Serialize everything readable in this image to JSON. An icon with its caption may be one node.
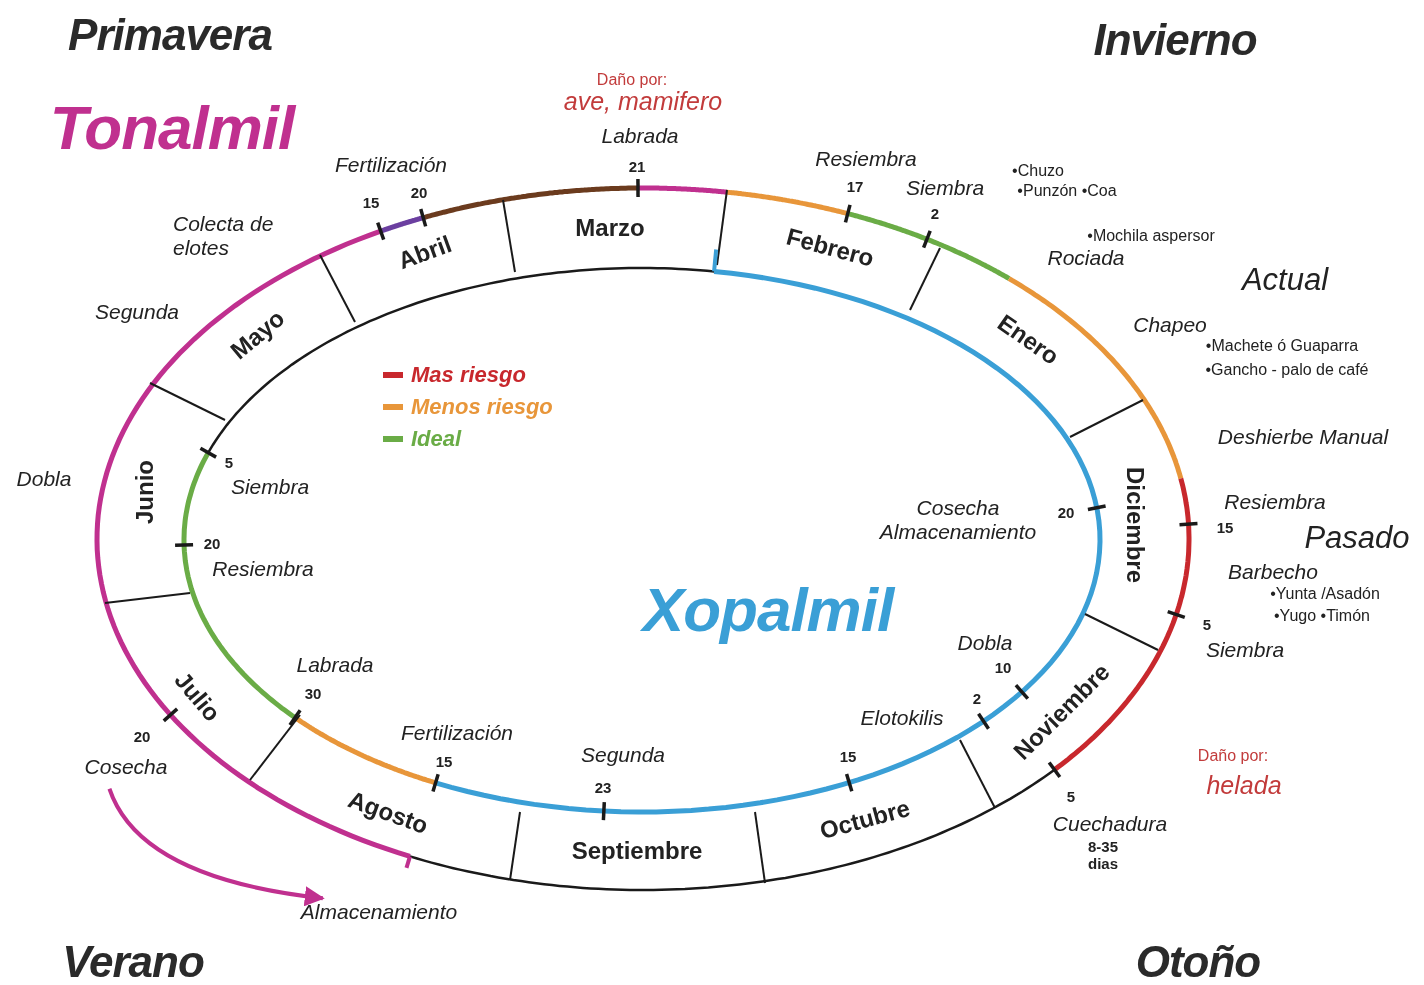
{
  "diagram": {
    "nodes": [
      {
        "text": [
          "Cosecha"
        ]
      },
      {
        "text": [
          "Almacenamiento"
        ]
      }
    ],
    "edges": [
      {
        "from": 0,
        "to": 1,
        "arrow": "to"
      }
    ],
    "labels": [
      "Primavera",
      "Invierno",
      "Daño por:",
      "ave, mamifero",
      "Tonalmil",
      "Labrada",
      "21",
      "Fertilización",
      "Resiembra",
      "•Chuzo",
      "17",
      "Siembra",
      "•Punzón •Coa",
      "15",
      "20",
      "2",
      "Colecta de elotes",
      "Abril",
      "Marzo",
      "Febrero",
      "•Mochila aspersor",
      "Rociada",
      "Actual",
      "Segunda",
      "Mayo",
      "Chapeo",
      "Enero",
      "•Machete ó Guaparra",
      "•Gancho - palo de café",
      "Deshierbe Manual",
      "5",
      "Dobla",
      "Siembra",
      "Junio",
      "Cosecha Almacenamiento",
      "Resiembra",
      "20",
      "15",
      "Diciembre",
      "Pasado",
      "20",
      "Resiembra",
      "Barbecho",
      "•Yunta /Asadón",
      "Xopalmil",
      "•Yugo •Timón",
      "5",
      "Dobla",
      "Siembra",
      "Labrada",
      "10",
      "30",
      "Julio",
      "2",
      "Noviembre",
      "Elotokilis",
      "20",
      "Fertilización",
      "Segunda",
      "Daño por:",
      "15",
      "15",
      "helada",
      "23",
      "5",
      "Agosto",
      "Octubre",
      "Cuechadura",
      "Septiembre",
      "8-35 dias",
      "Verano",
      "Otoño"
    ],
    "legend": [
      {
        "text": "Mas riesgo",
        "color": "#c8282d"
      },
      {
        "text": "Menos riesgo",
        "color": "#e8963a"
      },
      {
        "text": "Ideal",
        "color": "#6aac46"
      }
    ]
  }
}
